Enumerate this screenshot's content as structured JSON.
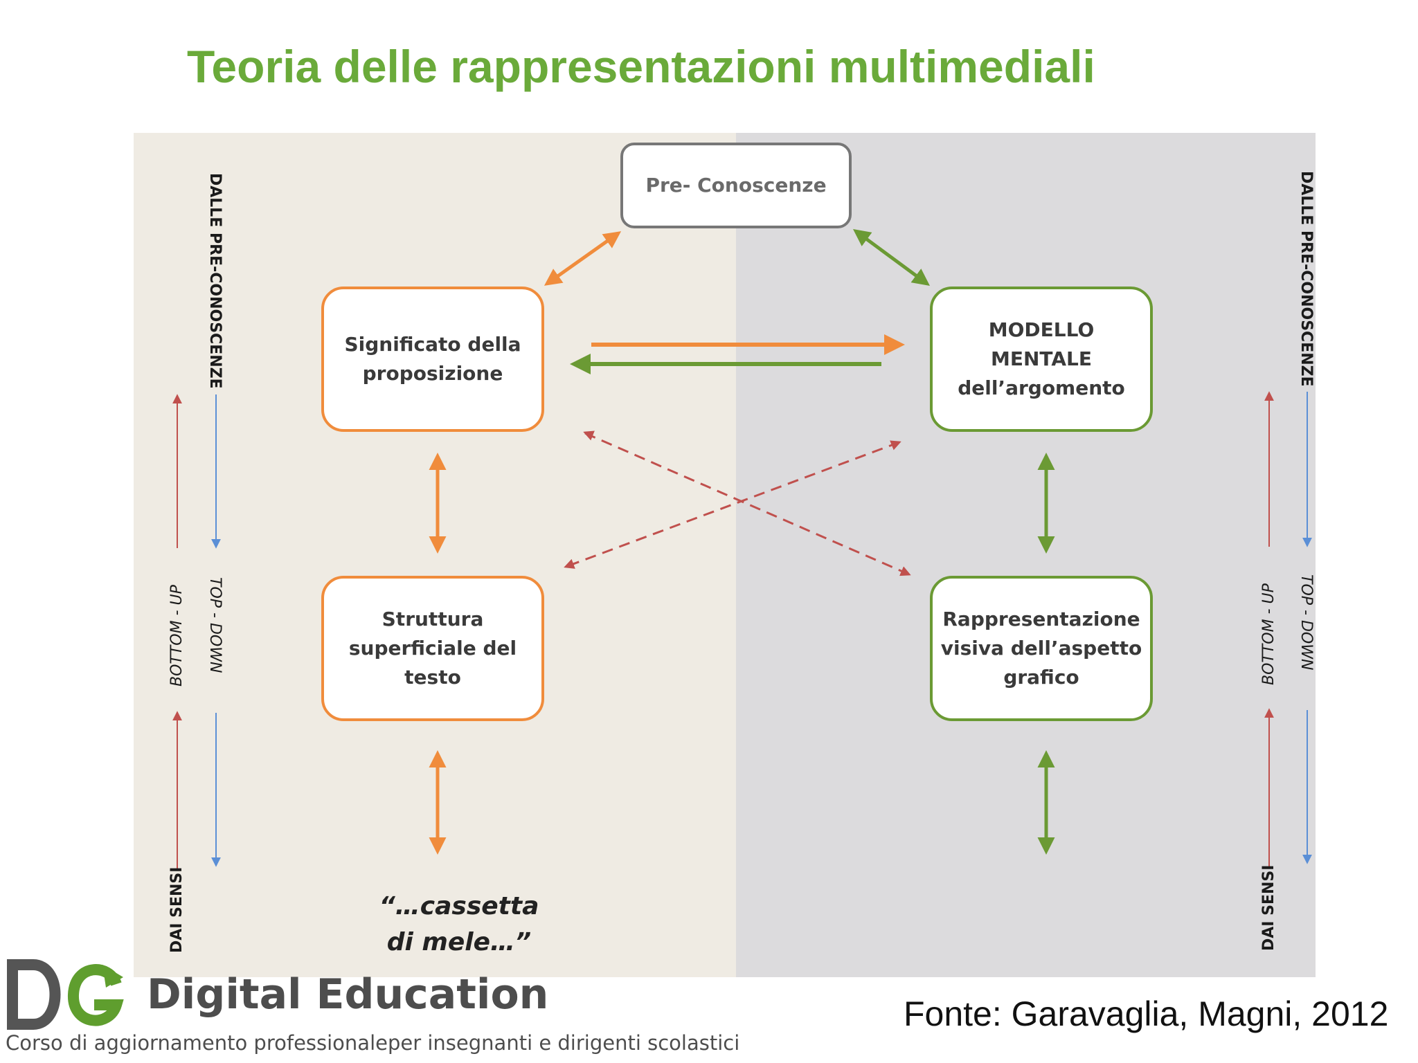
{
  "title": "Teoria delle rappresentazioni multimediali",
  "diagram": {
    "pre_conoscenze": "Pre- Conoscenze",
    "significato": "Significato della\nproposizione",
    "modello": "MODELLO\nMENTALE\ndell’argomento",
    "struttura": "Struttura\nsuperficiale del\ntesto",
    "rappresentazione": "Rappresentazione\nvisiva dell’aspetto\ngrafico",
    "quote": "“…cassetta\ndi mele…”",
    "side_labels": {
      "dalle_pre": "DALLE PRE-CONOSCENZE",
      "top_down": "TOP - DOWN",
      "bottom_up": "BOTTOM - UP",
      "dai_sensi": "DAI SENSI"
    },
    "colors": {
      "orange": "#f08c3c",
      "green": "#6b9a34",
      "red_dashed": "#c0504d",
      "blue": "#5b8fd6",
      "title_green": "#6aaa3a"
    },
    "image": "apple-crate-icon"
  },
  "logo": {
    "name": "Digital Education",
    "subtitle": "Corso di aggiornamento professionaleper insegnanti e dirigenti scolastici",
    "mark": "DG"
  },
  "source": "Fonte: Garavaglia, Magni, 2012"
}
